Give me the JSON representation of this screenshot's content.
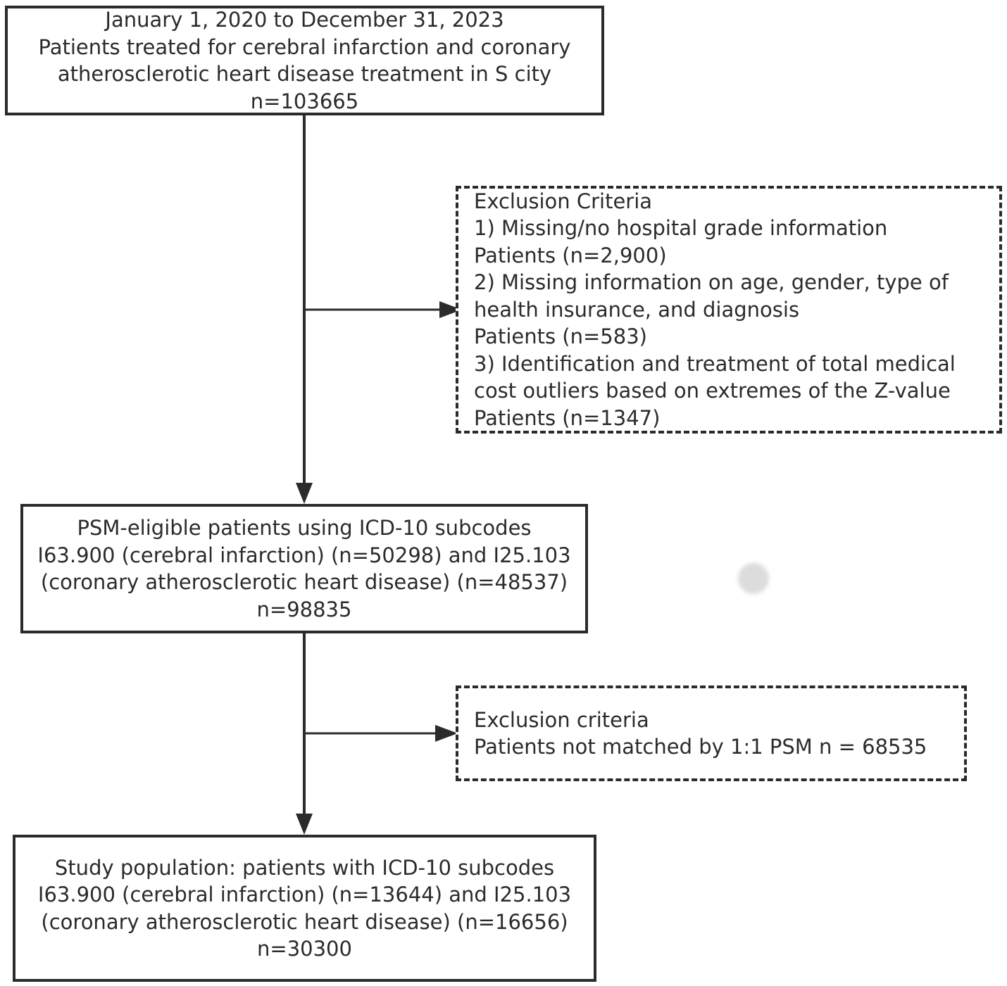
{
  "nodes": {
    "source": {
      "lines": [
        "January 1, 2020 to December 31, 2023",
        "Patients treated for cerebral infarction and coronary",
        "atherosclerotic heart disease treatment in S city",
        "n=103665"
      ]
    },
    "exclusion_1": {
      "lines": [
        "Exclusion Criteria",
        "1) Missing/no hospital grade information",
        "Patients (n=2,900)",
        "2) Missing information on age, gender, type of",
        "health insurance, and diagnosis",
        "Patients (n=583)",
        "3) Identification and treatment of total medical",
        "cost outliers based on extremes of the Z-value",
        "Patients (n=1347)"
      ]
    },
    "psm_eligible": {
      "lines": [
        "PSM-eligible patients using ICD-10 subcodes",
        "I63.900 (cerebral infarction) (n=50298) and I25.103",
        "(coronary atherosclerotic heart disease) (n=48537)",
        "n=98835"
      ]
    },
    "exclusion_2": {
      "lines": [
        "Exclusion criteria",
        "Patients not matched by 1:1 PSM n = 68535"
      ]
    },
    "study_population": {
      "lines": [
        "Study population: patients with ICD-10 subcodes",
        "I63.900 (cerebral infarction) (n=13644) and I25.103",
        "(coronary atherosclerotic heart disease) (n=16656)",
        "n=30300"
      ]
    }
  },
  "edges": [
    {
      "from": "source",
      "to": "psm_eligible"
    },
    {
      "from": "source",
      "to": "exclusion_1"
    },
    {
      "from": "psm_eligible",
      "to": "study_population"
    },
    {
      "from": "psm_eligible",
      "to": "exclusion_2"
    }
  ],
  "colors": {
    "stroke": "#2b2b2b",
    "background": "#ffffff"
  }
}
